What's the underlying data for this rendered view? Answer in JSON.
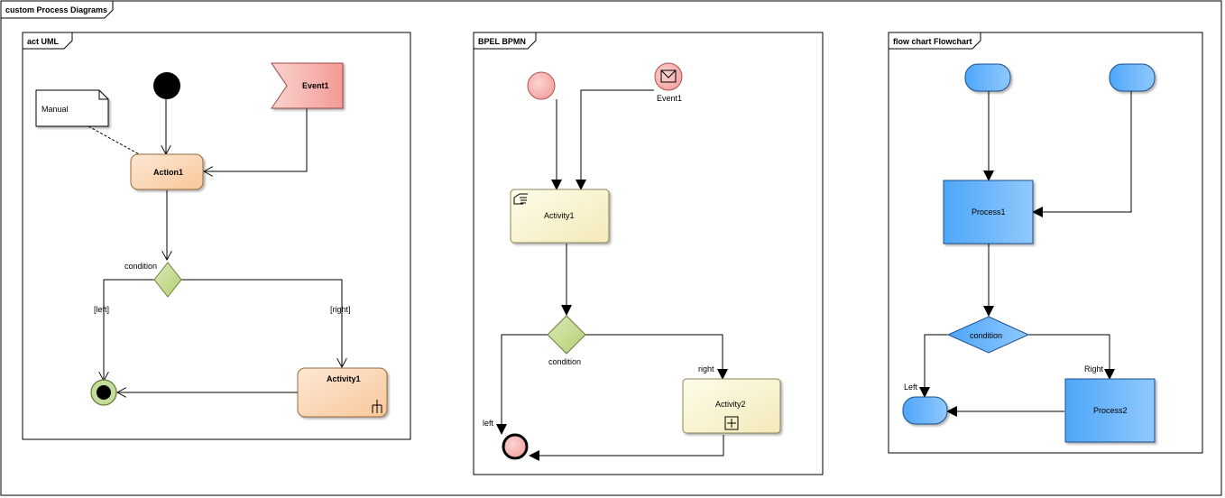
{
  "outer_frame": {
    "title": "custom Process Diagrams"
  },
  "uml": {
    "frame_title": "act UML",
    "note": "Manual",
    "event": "Event1",
    "action": "Action1",
    "decision_label": "condition",
    "guard_left": "[left]",
    "guard_right": "[right]",
    "activity": "Activity1"
  },
  "bpmn": {
    "frame_title": "BPEL BPMN",
    "event": "Event1",
    "task": "Activity1",
    "gateway_label": "condition",
    "flow_right": "right",
    "flow_left": "left",
    "subprocess": "Activity2"
  },
  "flowchart": {
    "frame_title": "flow chart Flowchart",
    "process1": "Process1",
    "decision": "condition",
    "flow_right": "Right",
    "flow_left": "Left",
    "process2": "Process2"
  },
  "colors": {
    "action_fill": "#fbd2ad",
    "event_fill": "#f6aaa6",
    "decision_fill": "#c4db8c",
    "bpmn_start_fill": "#f7b4b2",
    "bpmn_task_fill": "#f8f3cc",
    "flow_blue": "#5aaefa"
  }
}
